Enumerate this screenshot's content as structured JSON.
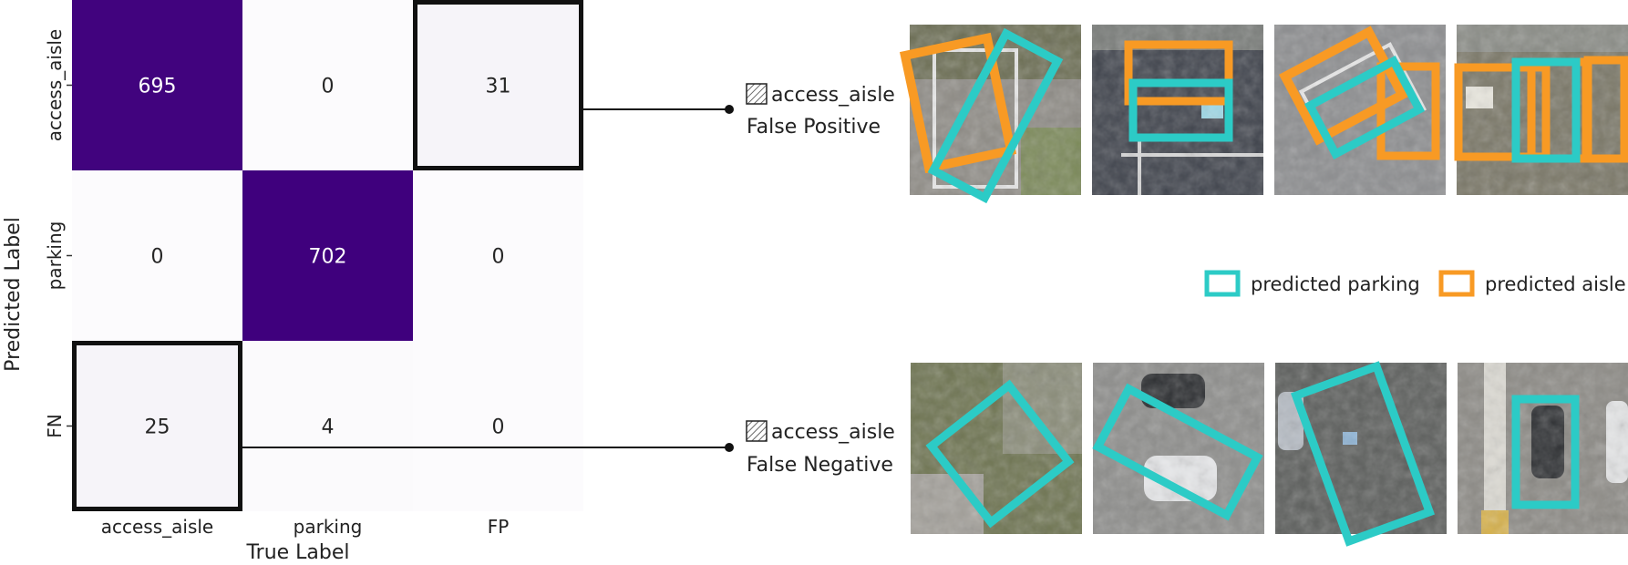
{
  "chart_data": {
    "type": "heatmap",
    "title": "",
    "xlabel": "True Label",
    "ylabel": "Predicted Label",
    "x_categories": [
      "access_aisle",
      "parking",
      "FP"
    ],
    "y_categories": [
      "access_aisle",
      "parking",
      "FN"
    ],
    "values": [
      [
        695,
        0,
        31
      ],
      [
        0,
        702,
        0
      ],
      [
        25,
        4,
        0
      ]
    ],
    "highlighted_cells": [
      [
        0,
        2
      ],
      [
        2,
        0
      ]
    ],
    "colors": {
      "high": "#3f007d",
      "low": "#fcfbfd",
      "highlight_low": "#f6f4f9"
    }
  },
  "annotations": [
    {
      "class_label": "access_aisle",
      "type_label": "False Positive"
    },
    {
      "class_label": "access_aisle",
      "type_label": "False Negative"
    }
  ],
  "legend": [
    {
      "label": "predicted parking",
      "color": "#2ccbc6"
    },
    {
      "label": "predicted aisle",
      "color": "#f89a24"
    }
  ]
}
